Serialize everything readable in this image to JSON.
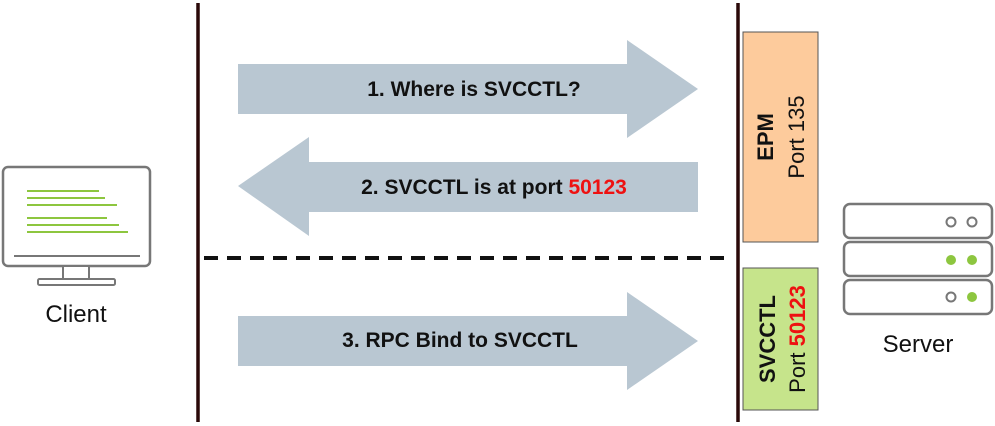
{
  "client": {
    "label": "Client",
    "icon": "monitor-icon"
  },
  "server": {
    "label": "Server",
    "icon": "server-rack-icon"
  },
  "messages": [
    {
      "step": "1. Where is SVCCTL?",
      "highlight": "",
      "direction": "client-to-server"
    },
    {
      "step": "2. SVCCTL is at port ",
      "highlight": "50123",
      "direction": "server-to-client"
    },
    {
      "step": "3. RPC Bind to SVCCTL",
      "highlight": "",
      "direction": "client-to-server"
    }
  ],
  "epm_box": {
    "title": "EPM",
    "port_label": "Port 135",
    "color": "#fdcb9c"
  },
  "svcctl_box": {
    "title": "SVCCTL",
    "port_prefix": "Port ",
    "port_value": "50123",
    "color": "#c6e48b"
  },
  "colors": {
    "arrow": "#b9c7d2",
    "highlight": "#ee1111",
    "lifeline": "#2a0808",
    "screen_lines": "#8dc63f",
    "server_led_on": "#8dc63f"
  }
}
